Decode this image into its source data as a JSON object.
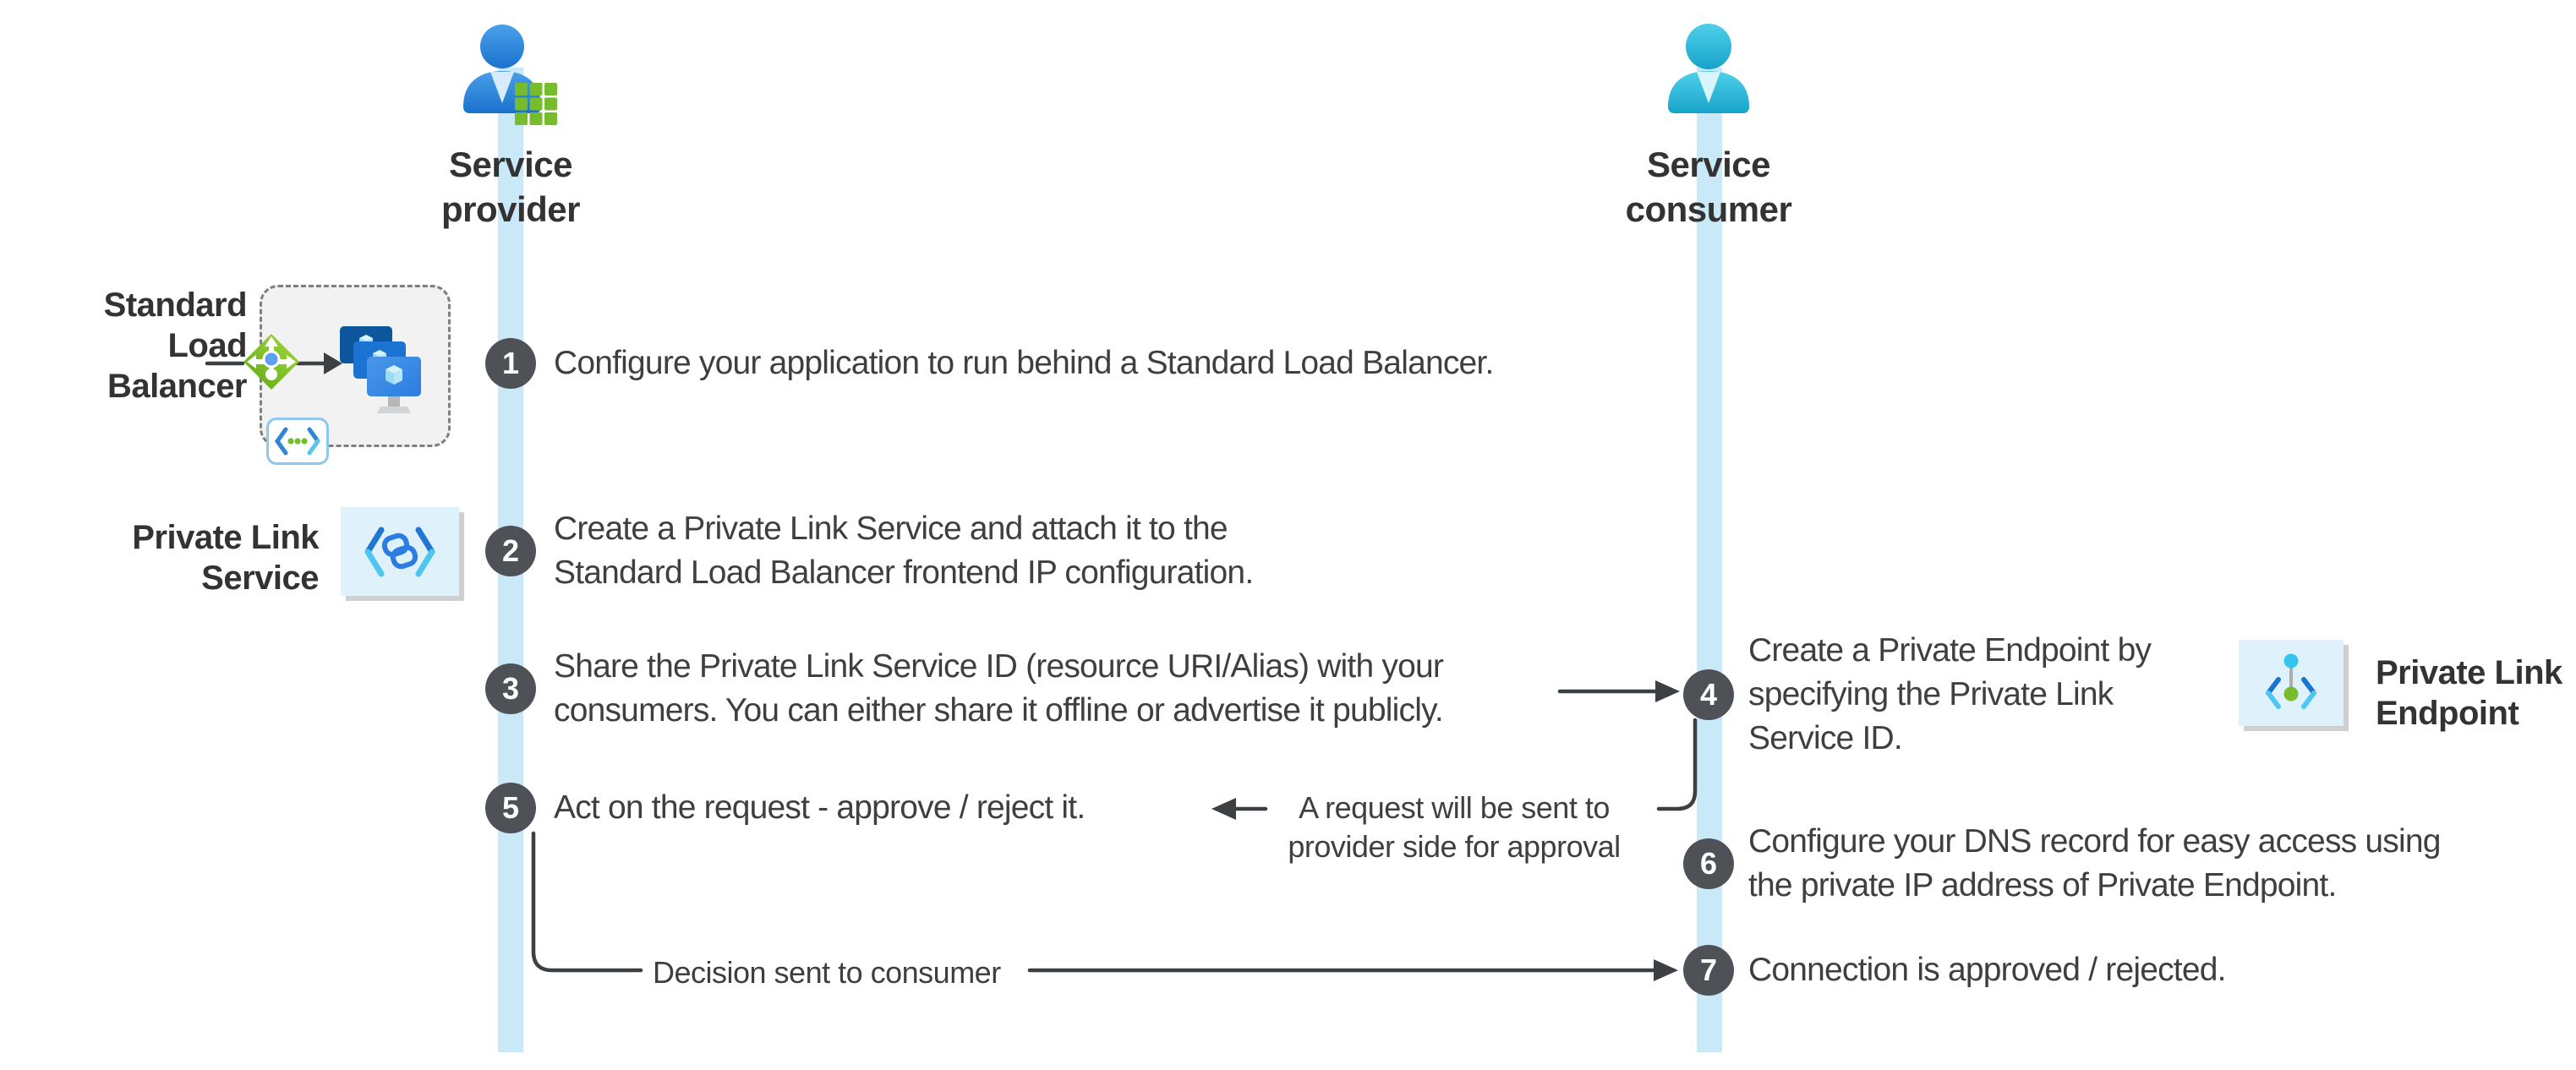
{
  "title": "Private Link workflow between service provider and service consumer",
  "palette": {
    "line-blue": "#c9e8f8",
    "circle-gray": "#4e5256",
    "text-dark": "#3f3f3f",
    "label-dark": "#333333",
    "arrow-dark": "#3c4043",
    "icon-bg": "#dff1fb",
    "dashed-box-bg": "#f2f2f2",
    "dashed-border": "#7f7f7f",
    "green": "#76bc2d",
    "person-blue": "#2e8ce2",
    "person-cyan": "#29b9e0"
  },
  "lanes": {
    "provider": {
      "label": "Service\nprovider"
    },
    "consumer": {
      "label": "Service\nconsumer"
    }
  },
  "resources": {
    "slb": {
      "label": "Standard Load\nBalancer"
    },
    "pls": {
      "label": "Private Link\nService"
    },
    "ple": {
      "label": "Private Link\nEndpoint"
    }
  },
  "icons": {
    "provider": "person-with-grid-icon",
    "consumer": "person-icon",
    "slb": "load-balancer-diamond-icon",
    "vms": "virtual-machines-stack-icon",
    "vnet": "virtual-network-icon",
    "pls": "private-link-service-icon",
    "ple": "private-link-endpoint-icon"
  },
  "steps": [
    {
      "num": "1",
      "text": "Configure your application to run behind a Standard Load Balancer."
    },
    {
      "num": "2",
      "text": "Create a Private Link Service and attach it to the\nStandard Load Balancer frontend IP configuration."
    },
    {
      "num": "3",
      "text": "Share the Private Link Service ID (resource URI/Alias) with your\nconsumers. You can either share it offline or advertise it publicly."
    },
    {
      "num": "4",
      "text": "Create a Private Endpoint by\nspecifying the Private Link\nService ID."
    },
    {
      "num": "5",
      "text": "Act on the request - approve / reject it."
    },
    {
      "num": "6",
      "text": "Configure your DNS record for easy access using\nthe private IP address of Private Endpoint."
    },
    {
      "num": "7",
      "text": "Connection is approved / rejected."
    }
  ],
  "annotations": {
    "request": "A request will be sent to\nprovider side for approval",
    "decision": "Decision sent to consumer"
  }
}
